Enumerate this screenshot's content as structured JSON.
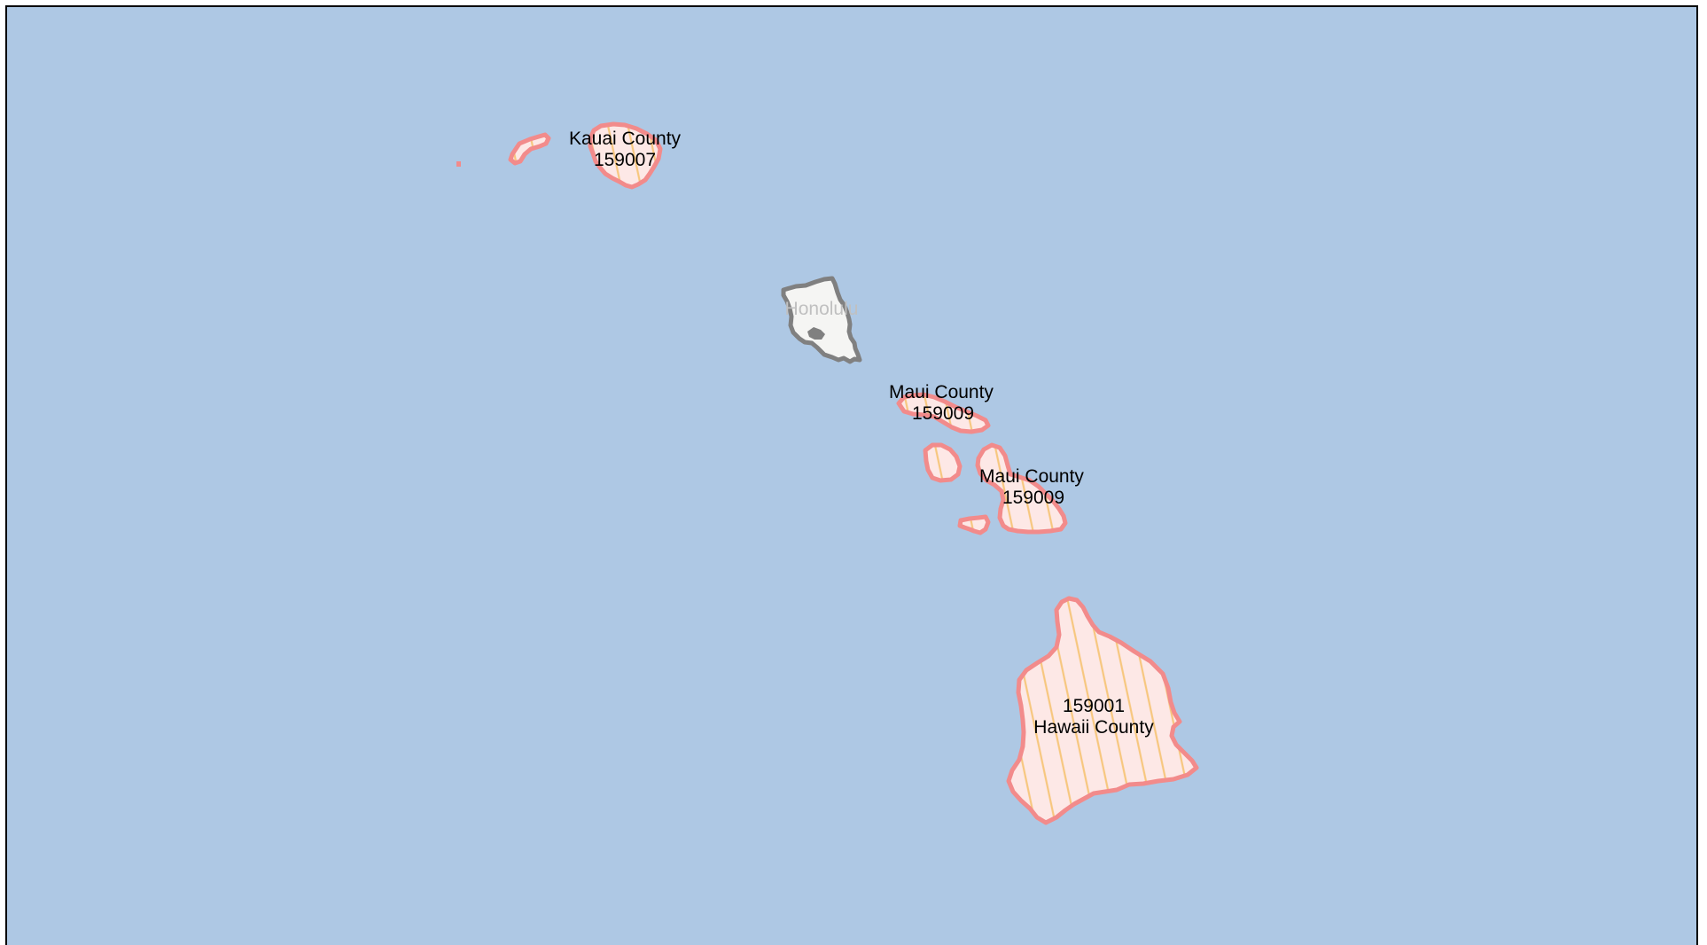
{
  "map": {
    "colors": {
      "ocean": "#aec8e4",
      "highlight_fill": "#fde8e6",
      "highlight_outline": "#f28b8b",
      "hatch": "#f7c77f",
      "other_fill": "#f5f5f3",
      "other_outline": "#808080"
    },
    "regions": {
      "kauai": {
        "name": "Kauai County",
        "code": "159007",
        "highlighted": true
      },
      "honolulu": {
        "name": "Honolulu",
        "highlighted": false
      },
      "maui_north": {
        "name": "Maui County",
        "code": "159009",
        "highlighted": true
      },
      "maui_south": {
        "name": "Maui County",
        "code": "159009",
        "highlighted": true
      },
      "hawaii": {
        "name": "Hawaii County",
        "code": "159001",
        "highlighted": true
      }
    }
  }
}
